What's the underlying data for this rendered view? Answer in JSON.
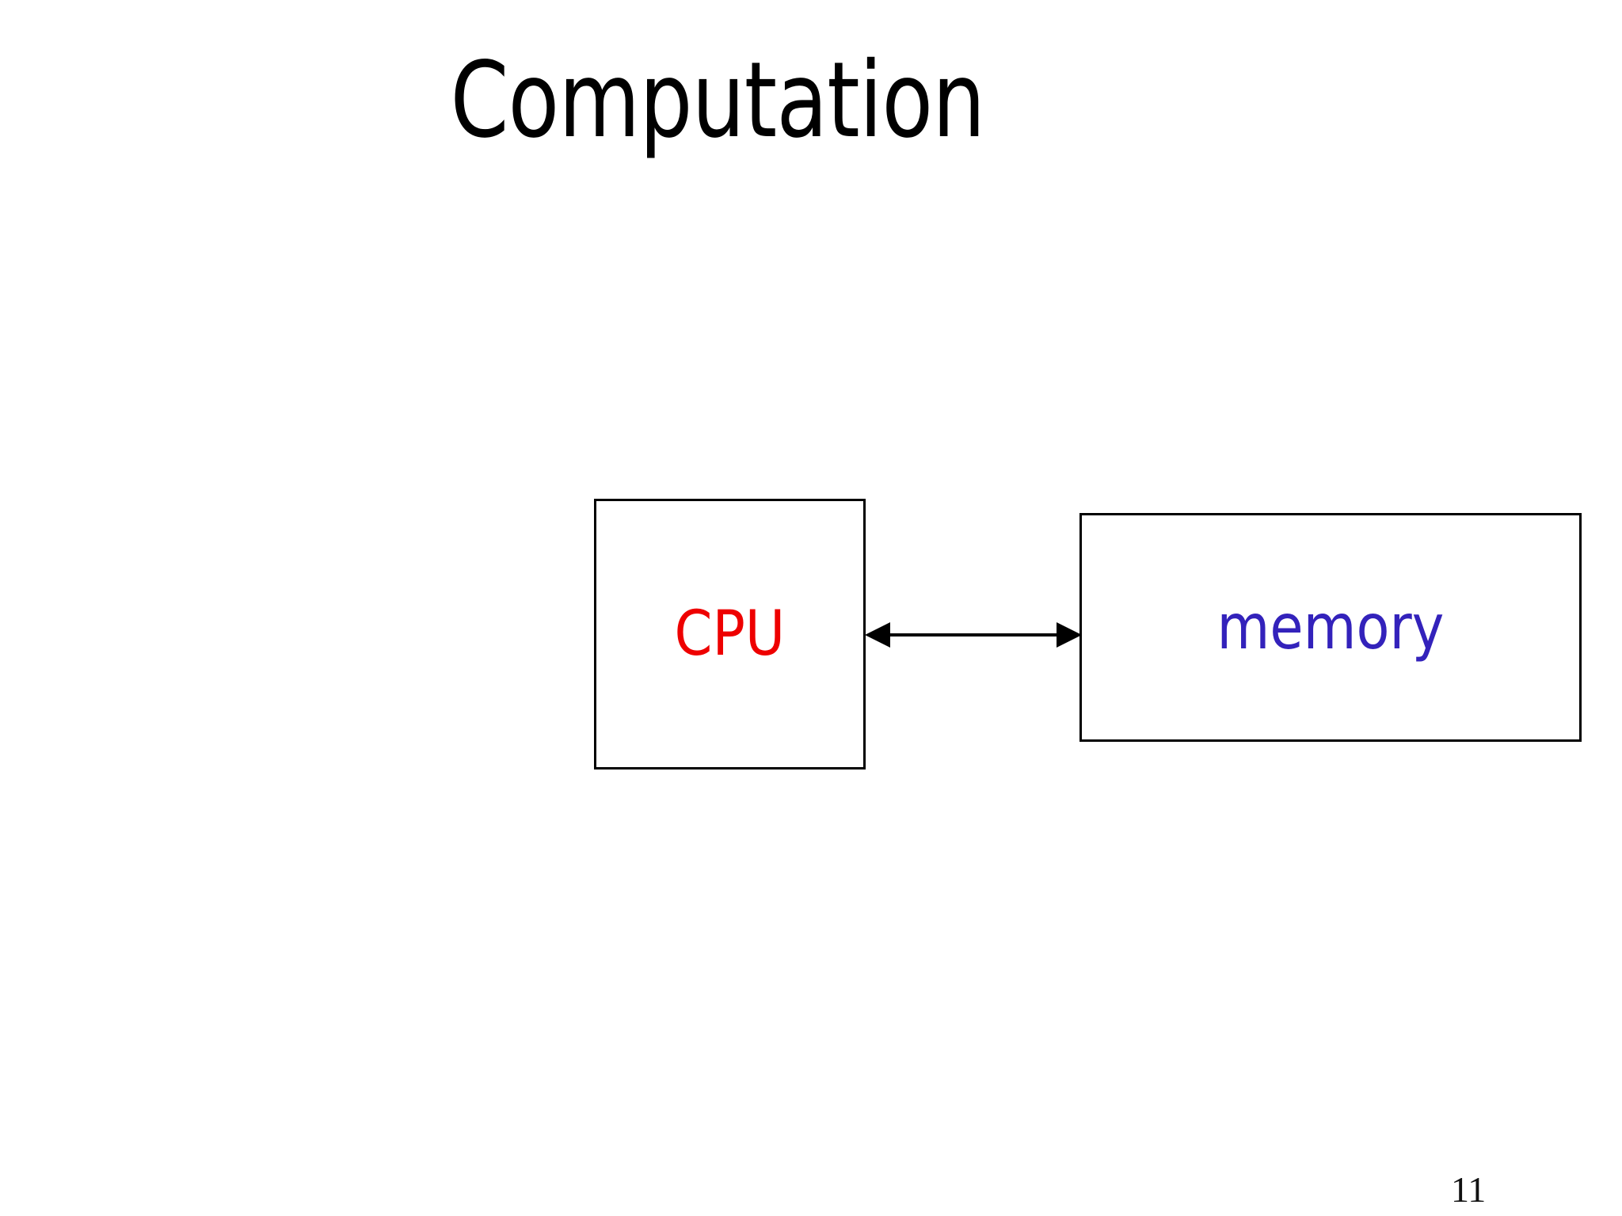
{
  "slide": {
    "title": "Computation",
    "page_number": "11",
    "background_color": "#ffffff",
    "title_color": "#000000"
  },
  "diagram": {
    "type": "block-diagram",
    "nodes": [
      {
        "id": "cpu",
        "label": "CPU",
        "shape": "rectangle",
        "text_color": "#ee0000",
        "border_color": "#000000",
        "fill_color": "#ffffff"
      },
      {
        "id": "memory",
        "label": "memory",
        "shape": "rectangle",
        "text_color": "#3322bb",
        "border_color": "#000000",
        "fill_color": "#ffffff"
      }
    ],
    "edges": [
      {
        "id": "cpu-memory-bus",
        "from": "cpu",
        "to": "memory",
        "label": "",
        "style": "double-headed-arrow",
        "color": "#000000",
        "icon": "double-arrow-icon"
      }
    ]
  }
}
